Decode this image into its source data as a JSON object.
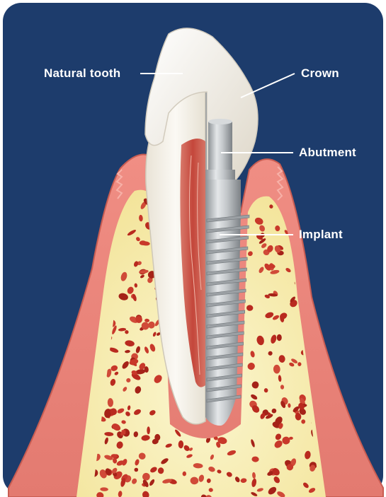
{
  "labels": {
    "natural_tooth": "Natural tooth",
    "crown": "Crown",
    "abutment": "Abutment",
    "implant": "Implant"
  },
  "colors": {
    "background": "#1d3c6c",
    "gum": "#e9857c",
    "bone": "#f6eeb0",
    "marrow": "#b92a1f",
    "enamel": "#f3efe8",
    "pulp": "#c9574a",
    "metal": "#b8bcbf"
  }
}
